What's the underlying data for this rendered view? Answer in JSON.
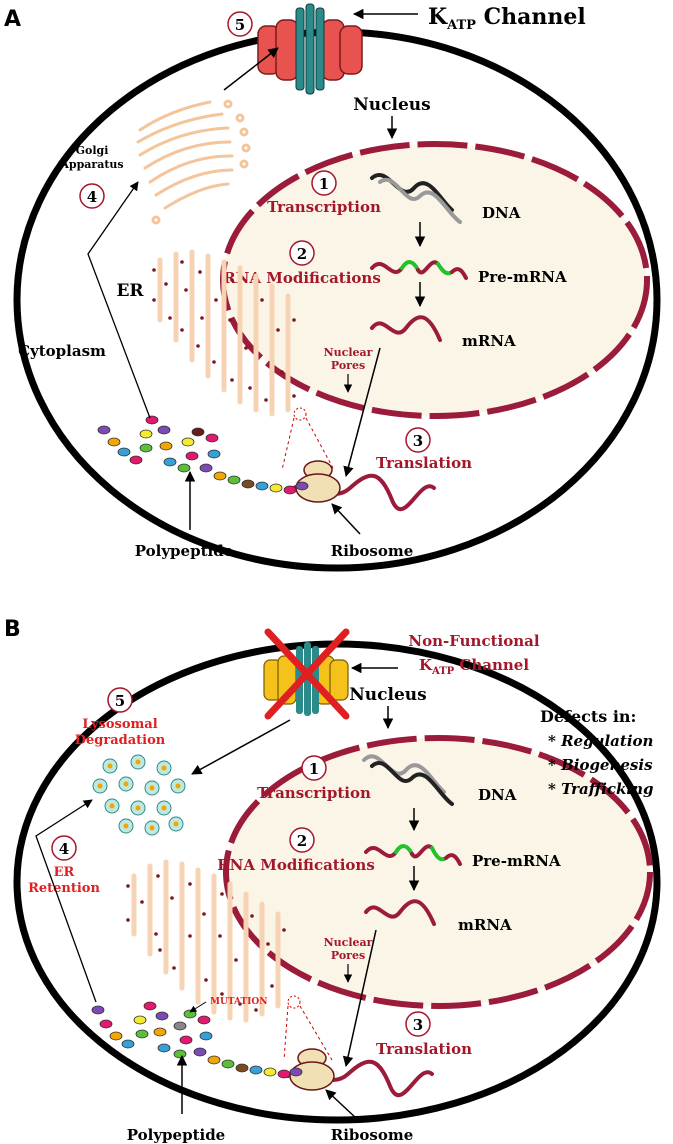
{
  "panelA": {
    "panel_label": "A",
    "channel_label_main": "K",
    "channel_label_sub": "ATP",
    "channel_label_tail": " Channel",
    "nucleus": "Nucleus",
    "golgi_line1": "Golgi",
    "golgi_line2": "Apparatus",
    "er": "ER",
    "cytoplasm": "Cytoplasm",
    "nuclear_pores_line1": "Nuclear",
    "nuclear_pores_line2": "Pores",
    "dna": "DNA",
    "pre_mrna": "Pre-mRNA",
    "mrna": "mRNA",
    "polypeptide": "Polypeptide",
    "ribosome": "Ribosome",
    "step1_num": "1",
    "step1_label": "Transcription",
    "step2_num": "2",
    "step2_label": "RNA Modifications",
    "step3_num": "3",
    "step3_label": "Translation",
    "step4_num": "4",
    "step5_num": "5"
  },
  "panelB": {
    "panel_label": "B",
    "channel_line1": "Non-Functional",
    "channel_line2_main": "K",
    "channel_line2_sub": "ATP",
    "channel_line2_tail": " Channel",
    "nucleus": "Nucleus",
    "defects_title": "Defects in:",
    "defects": [
      "* Regulation",
      "* Biogenesis",
      "* Trafficking"
    ],
    "step5_num": "5",
    "step5_line1": "Lysosomal",
    "step5_line2": "Degradation",
    "step4_num": "4",
    "step4_line1": "ER",
    "step4_line2": "Retention",
    "nuclear_pores_line1": "Nuclear",
    "nuclear_pores_line2": "Pores",
    "dna": "DNA",
    "pre_mrna": "Pre-mRNA",
    "mrna": "mRNA",
    "mutation": "MUTATION",
    "polypeptide": "Polypeptide",
    "ribosome": "Ribosome",
    "step1_num": "1",
    "step1_label": "Transcription",
    "step2_num": "2",
    "step2_label": "RNA Modifications",
    "step3_num": "3",
    "step3_label": "Translation"
  },
  "colors": {
    "accent_red": "#a3172a",
    "membrane": "#000000",
    "nucleus_fill": "#fbf5e8",
    "nucleus_border": "#9b1b3a",
    "er_fill": "#f6d3b3",
    "channel_red": "#e8524f",
    "channel_teal": "#2b8a8a",
    "channel_yellow": "#f4c21a",
    "green_splice": "#22c22a"
  }
}
